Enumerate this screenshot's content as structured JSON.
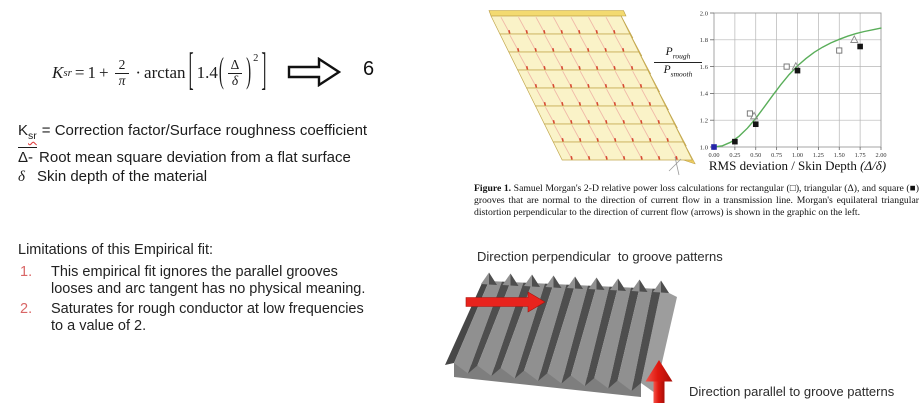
{
  "formula": {
    "lhs": "K",
    "lhs_sub": "sr",
    "equals": "=",
    "one": "1",
    "plus": "+",
    "frac_num": "2",
    "frac_den": "π",
    "dot": "·",
    "fn": "arctan",
    "bracket_open": "[",
    "coef": "1.4",
    "paren_open": "(",
    "inner_num": "Δ",
    "inner_den": "δ",
    "paren_close": ")",
    "exponent": "2",
    "bracket_close": "]"
  },
  "result_number": "6",
  "definitions": [
    {
      "sym": "K",
      "sub": "sr",
      "text": "= Correction factor/Surface roughness coefficient"
    },
    {
      "sym": "Δ-",
      "text": "Root mean square deviation from a flat surface"
    },
    {
      "sym": "δ",
      "text": "Skin depth of the material"
    }
  ],
  "limitations": {
    "heading": "Limitations of this Empirical fit:",
    "number_color": "#d96666",
    "items": [
      {
        "num": "1.",
        "text": "This empirical fit ignores the parallel grooves looses and arc tangent has no physical meaning."
      },
      {
        "num": "2.",
        "text": "Saturates for rough conductor at low frequencies to a value of 2."
      }
    ]
  },
  "figure_caption": {
    "label": "Figure 1.",
    "text": " Samuel Morgan's 2-D relative power loss calculations for rectangular (□), triangular (Δ), and square (■) grooves that are normal to the direction of current flow in a transmission line. Morgan's equilateral triangular distortion perpendicular to the direction of current flow (arrows) is shown in the graphic on the left."
  },
  "direction_labels": {
    "perpendicular": "Direction perpendicular  to groove patterns",
    "parallel": "Direction parallel to groove patterns"
  },
  "chart_data": {
    "type": "scatter",
    "xlabel_main": "RMS deviation / Skin Depth ",
    "xlabel_symbols": "(Δ/δ)",
    "ylabel_num": "P",
    "ylabel_num_sub": "rough",
    "ylabel_den": "P",
    "ylabel_den_sub": "smooth",
    "xlim": [
      0,
      2
    ],
    "ylim": [
      1,
      2
    ],
    "x_ticks": [
      "0.00",
      "0.25",
      "0.50",
      "0.75",
      "1.00",
      "1.25",
      "1.50",
      "1.75",
      "2.00"
    ],
    "y_ticks": [
      "1.0",
      "1.2",
      "1.4",
      "1.6",
      "1.8",
      "2.0"
    ],
    "grid": true,
    "legend_position": "none",
    "curve_color": "#5aae5a",
    "series": [
      {
        "name": "rectangular grooves",
        "marker": "open-square",
        "color": "#6e6e6e",
        "points": [
          [
            0.43,
            1.25
          ],
          [
            0.87,
            1.6
          ],
          [
            1.5,
            1.72
          ]
        ]
      },
      {
        "name": "triangular grooves",
        "marker": "open-triangle",
        "color": "#8a8a8a",
        "points": [
          [
            0.48,
            1.23
          ],
          [
            0.98,
            1.6
          ],
          [
            1.68,
            1.8
          ]
        ]
      },
      {
        "name": "square grooves",
        "marker": "solid-square",
        "color": "#141414",
        "points": [
          [
            0.25,
            1.04
          ],
          [
            0.5,
            1.17
          ],
          [
            1.0,
            1.57
          ],
          [
            1.75,
            1.75
          ]
        ]
      },
      {
        "name": "origin point",
        "marker": "solid-square",
        "color": "#2525a8",
        "points": [
          [
            0.0,
            1.0
          ]
        ]
      }
    ],
    "fit_curve": {
      "name": "Morgan fit: 1 + (2/π)·arctan(1.4(Δ/δ)²)",
      "points": [
        [
          0,
          1.0
        ],
        [
          0.1,
          1.009
        ],
        [
          0.2,
          1.036
        ],
        [
          0.3,
          1.08
        ],
        [
          0.4,
          1.14
        ],
        [
          0.5,
          1.214
        ],
        [
          0.6,
          1.297
        ],
        [
          0.7,
          1.383
        ],
        [
          0.8,
          1.465
        ],
        [
          0.9,
          1.54
        ],
        [
          1.0,
          1.605
        ],
        [
          1.1,
          1.66
        ],
        [
          1.2,
          1.707
        ],
        [
          1.3,
          1.745
        ],
        [
          1.4,
          1.777
        ],
        [
          1.5,
          1.804
        ],
        [
          1.6,
          1.827
        ],
        [
          1.7,
          1.846
        ],
        [
          1.8,
          1.862
        ],
        [
          1.9,
          1.875
        ],
        [
          2.0,
          1.887
        ]
      ]
    }
  }
}
